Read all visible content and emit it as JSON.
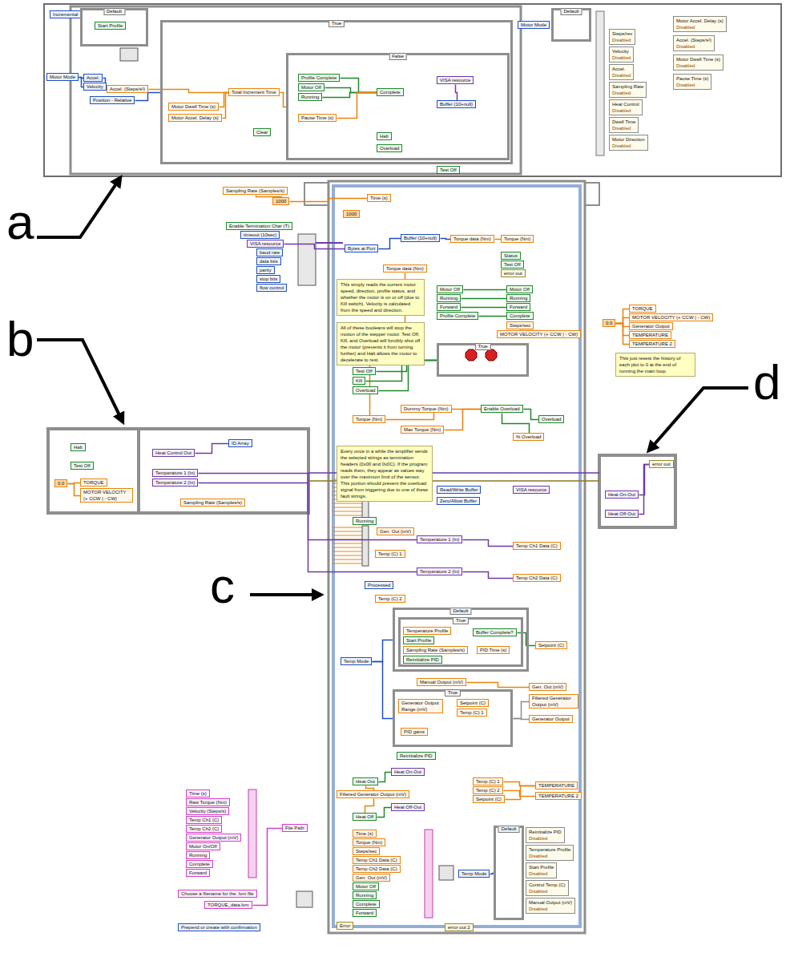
{
  "diagram": {
    "nodes": [
      {
        "text": [
          "Incremental"
        ]
      },
      {
        "text": [
          "Default"
        ]
      },
      {
        "text": [
          "Start Profile"
        ],
        "in": 1
      },
      {
        "text": [
          "Motor Mode"
        ]
      },
      {
        "text": [
          "Accel."
        ]
      },
      {
        "text": [
          "Velocity"
        ]
      },
      {
        "text": [
          "Position - Relative"
        ]
      },
      {
        "text": [
          "Accel. (Steps/s²)"
        ]
      },
      {
        "text": [
          "True"
        ]
      },
      {
        "text": [
          "Motor Dwell Time (s)"
        ],
        "in": 8
      },
      {
        "text": [
          "Motor Accel. Delay (s)"
        ],
        "in": 8
      },
      {
        "text": [
          "Total Increment Time"
        ],
        "in": 8
      },
      {
        "text": [
          "Clear"
        ],
        "in": 8
      },
      {
        "text": [
          "False"
        ],
        "in": 8
      },
      {
        "text": [
          "Profile Complete"
        ],
        "in": 13
      },
      {
        "text": [
          "Motor Off"
        ],
        "in": 13
      },
      {
        "text": [
          "Running"
        ],
        "in": 13
      },
      {
        "text": [
          "Pause Time (s)"
        ],
        "in": 13
      },
      {
        "text": [
          "Complete"
        ],
        "in": 13
      },
      {
        "text": [
          "VISA resource"
        ],
        "in": 13
      },
      {
        "text": [
          "Buffer (10+null)"
        ],
        "in": 13
      },
      {
        "text": [
          "Halt"
        ],
        "in": 13
      },
      {
        "text": [
          "Overload"
        ],
        "in": 13
      },
      {
        "text": [
          "Test Off"
        ]
      },
      {
        "text": [
          "Motor Mode"
        ]
      },
      {
        "text": [
          "Default"
        ]
      },
      {
        "text": [
          "Steps/rev",
          "Disabled"
        ]
      },
      {
        "text": [
          "Velocity",
          "Disabled"
        ]
      },
      {
        "text": [
          "Accel.",
          "Disabled"
        ]
      },
      {
        "text": [
          "Sampling Rate",
          "Disabled"
        ]
      },
      {
        "text": [
          "Heat Control",
          "Disabled"
        ]
      },
      {
        "text": [
          "Dwell Time",
          "Disabled"
        ]
      },
      {
        "text": [
          "Motor Direction",
          "Disabled"
        ]
      },
      {
        "text": [
          "Motor Accel. Delay (s)",
          "Disabled"
        ]
      },
      {
        "text": [
          "Accel. (Steps/s²)",
          "Disabled"
        ]
      },
      {
        "text": [
          "Motor Dwell Time (s)",
          "Disabled"
        ]
      },
      {
        "text": [
          "Pause Time (s)",
          "Disabled"
        ]
      },
      {
        "text": [
          "Sampling Rate (Samples/s)"
        ]
      },
      {
        "text": [
          "1000"
        ]
      },
      {
        "text": [
          "Enable Termination Char (T)"
        ]
      },
      {
        "text": [
          "timeout (10sec)"
        ]
      },
      {
        "text": [
          "VISA resource"
        ]
      },
      {
        "text": [
          "baud rate"
        ]
      },
      {
        "text": [
          "data bits"
        ]
      },
      {
        "text": [
          "parity"
        ]
      },
      {
        "text": [
          "stop bits"
        ]
      },
      {
        "text": [
          "flow control"
        ]
      },
      {
        "text": [
          "Time (s)"
        ]
      },
      {
        "text": [
          "1000"
        ]
      },
      {
        "text": [
          "Bytes at Port"
        ]
      },
      {
        "text": [
          "Buffer (10+null)"
        ]
      },
      {
        "text": [
          "Torque data (Nm)"
        ]
      },
      {
        "text": [
          "Torque (Nm)"
        ]
      },
      {
        "text": [
          "Status"
        ]
      },
      {
        "text": [
          "Test Off"
        ]
      },
      {
        "text": [
          "error out"
        ]
      },
      {
        "text": [
          "Torque data (Nm)"
        ]
      },
      {
        "text": [
          "This simply reads the current motor speed, direction, profile status, and whether the motor is on or off (due to Kill switch). Velocity is calculated from the speed and direction."
        ]
      },
      {
        "text": [
          "Motor Off"
        ]
      },
      {
        "text": [
          "Running"
        ]
      },
      {
        "text": [
          "Forward"
        ]
      },
      {
        "text": [
          "Profile Complete"
        ]
      },
      {
        "text": [
          "Motor Off"
        ]
      },
      {
        "text": [
          "Running"
        ]
      },
      {
        "text": [
          "Forward"
        ]
      },
      {
        "text": [
          "Complete"
        ]
      },
      {
        "text": [
          "Steps/sec"
        ]
      },
      {
        "text": [
          "MOTOR VELOCITY (+ CCW | - CW)"
        ]
      },
      {
        "text": [
          "True"
        ]
      },
      {
        "text": [
          "All of these booleans will stop the motion of the stepper motor. Test Off, Kill, and Overload will forcibly shut off the motor (prevents it from turning further) and Halt allows the motor to decelerate to rest."
        ]
      },
      {
        "text": [
          "Test Off"
        ]
      },
      {
        "text": [
          "Kill"
        ]
      },
      {
        "text": [
          "Overload"
        ]
      },
      {
        "text": [
          "Dummy Torque (Nm)"
        ]
      },
      {
        "text": [
          "Torque (Nm)"
        ]
      },
      {
        "text": [
          "Max Torque (Nm)"
        ]
      },
      {
        "text": [
          "Enable Overload"
        ]
      },
      {
        "text": [
          "Overload"
        ]
      },
      {
        "text": [
          "% Overload"
        ]
      },
      {
        "text": [
          "Every once in a while the amplifier sends the selected strings as termination headers (0x00 and 0x0C). If the program reads them, they appear as values way over the maximum limit of the sensor. This portion should prevent the overload signal from triggering due to one of these fault strings."
        ]
      },
      {
        "text": [
          "Running"
        ]
      },
      {
        "text": [
          "Read/Write Buffer"
        ]
      },
      {
        "text": [
          "Zero/Allow Buffer"
        ]
      },
      {
        "text": [
          "VISA resource"
        ]
      },
      {
        "text": [
          "Gen. Out (mV)"
        ]
      },
      {
        "text": [
          "Temperature 1 (In)"
        ]
      },
      {
        "text": [
          "Temp Ch1 Data (C)"
        ]
      },
      {
        "text": [
          "Temperature 2 (In)"
        ]
      },
      {
        "text": [
          "Temp Ch2 Data (C)"
        ]
      },
      {
        "text": [
          "Temp (C) 1"
        ]
      },
      {
        "text": [
          "Processed"
        ]
      },
      {
        "text": [
          "Temp (C) 2"
        ]
      },
      {
        "text": [
          "Default"
        ]
      },
      {
        "text": [
          "True"
        ],
        "in": 92
      },
      {
        "text": [
          "Temperature Profile"
        ],
        "in": 93
      },
      {
        "text": [
          "Start Profile"
        ],
        "in": 93
      },
      {
        "text": [
          "Sampling Rate (Samples/s)"
        ],
        "in": 93
      },
      {
        "text": [
          "Reinitialize PID"
        ],
        "in": 93
      },
      {
        "text": [
          "Buffer Complete?"
        ],
        "in": 93
      },
      {
        "text": [
          "PID Time (s)"
        ],
        "in": 93
      },
      {
        "text": [
          "Setpoint (C)"
        ]
      },
      {
        "text": [
          "Temp Mode"
        ]
      },
      {
        "text": [
          "Manual Output (mV)"
        ]
      },
      {
        "text": [
          "True"
        ]
      },
      {
        "text": [
          "Generator Output Range (mV)"
        ],
        "in": 103
      },
      {
        "text": [
          "Setpoint (C)"
        ],
        "in": 103
      },
      {
        "text": [
          "Temp (C) 1"
        ],
        "in": 103
      },
      {
        "text": [
          "PID gains"
        ],
        "in": 103
      },
      {
        "text": [
          "Reinitialize PID"
        ]
      },
      {
        "text": [
          "Gen. Out (mV)"
        ]
      },
      {
        "text": [
          "Filtered Generator Output (mV)"
        ]
      },
      {
        "text": [
          "Generator Output"
        ]
      },
      {
        "text": [
          "Heat On-Out"
        ]
      },
      {
        "text": [
          "Heat Out"
        ]
      },
      {
        "text": [
          "Filtered Generator Output (mV)"
        ]
      },
      {
        "text": [
          "Heat Off-Out"
        ]
      },
      {
        "text": [
          "Heat Off"
        ]
      },
      {
        "text": [
          "Temp (C) 1"
        ]
      },
      {
        "text": [
          "Temp (C) 2"
        ]
      },
      {
        "text": [
          "Setpoint (C)"
        ]
      },
      {
        "text": [
          "TEMPERATURE"
        ]
      },
      {
        "text": [
          "TEMPERATURE 2"
        ]
      },
      {
        "text": [
          "Time (s)"
        ]
      },
      {
        "text": [
          "Torque (Nm)"
        ]
      },
      {
        "text": [
          "Steps/sec"
        ]
      },
      {
        "text": [
          "Temp Ch1 Data (C)"
        ]
      },
      {
        "text": [
          "Temp Ch2 Data (C)"
        ]
      },
      {
        "text": [
          "Gen. Out (mV)"
        ]
      },
      {
        "text": [
          "Motor Off"
        ]
      },
      {
        "text": [
          "Running"
        ]
      },
      {
        "text": [
          "Complete"
        ]
      },
      {
        "text": [
          "Forward"
        ]
      },
      {
        "text": [
          "Temp Mode"
        ]
      },
      {
        "text": [
          "Default"
        ]
      },
      {
        "text": [
          "Reinitialize PID",
          "Disabled"
        ]
      },
      {
        "text": [
          "Temperature Profile",
          "Disabled"
        ]
      },
      {
        "text": [
          "Start Profile",
          "Disabled"
        ]
      },
      {
        "text": [
          "Control Temp (C)",
          "Disabled"
        ]
      },
      {
        "text": [
          "Manual Output (mV)",
          "Disabled"
        ]
      },
      {
        "text": [
          "Error"
        ]
      },
      {
        "text": [
          "error out 2"
        ]
      },
      {
        "text": [
          "Time (s)"
        ]
      },
      {
        "text": [
          "Raw Torque (Nm)"
        ]
      },
      {
        "text": [
          "Velocity (Steps/s)"
        ]
      },
      {
        "text": [
          "Temp Ch1 (C)"
        ]
      },
      {
        "text": [
          "Temp Ch2 (C)"
        ]
      },
      {
        "text": [
          "Generator Output (mV)"
        ]
      },
      {
        "text": [
          "Motor On/Off"
        ]
      },
      {
        "text": [
          "Running"
        ]
      },
      {
        "text": [
          "Complete"
        ]
      },
      {
        "text": [
          "Forward"
        ]
      },
      {
        "text": [
          "Choose a filename for the .lvm file"
        ]
      },
      {
        "text": [
          "TORQUE_data.lvm"
        ]
      },
      {
        "text": [
          "Prepend or create with confirmation"
        ]
      },
      {
        "text": [
          "File Path"
        ]
      },
      {
        "text": [
          "Halt"
        ]
      },
      {
        "text": [
          "Test Off"
        ]
      },
      {
        "text": [
          "0.0"
        ]
      },
      {
        "text": [
          "TORQUE"
        ]
      },
      {
        "text": [
          "MOTOR VELOCITY (+ CCW | - CW)"
        ]
      },
      {
        "text": [
          "Heat Control Out"
        ]
      },
      {
        "text": [
          "ID Array"
        ]
      },
      {
        "text": [
          "Temperature 1 (In)"
        ]
      },
      {
        "text": [
          "Temperature 2 (In)"
        ]
      },
      {
        "text": [
          "Sampling Rate (Samples/s)"
        ]
      },
      {
        "text": [
          "error out"
        ]
      },
      {
        "text": [
          "Heat On-Out"
        ]
      },
      {
        "text": [
          "Heat Off-Out"
        ]
      },
      {
        "text": [
          "0.0"
        ]
      },
      {
        "text": [
          "TORQUE"
        ]
      },
      {
        "text": [
          "MOTOR VELOCITY (+ CCW | - CW)"
        ]
      },
      {
        "text": [
          "Generator Output"
        ]
      },
      {
        "text": [
          "TEMPERATURE"
        ]
      },
      {
        "text": [
          "TEMPERATURE 2"
        ]
      },
      {
        "text": [
          "This just resets the history of each plot to 0 at the end of running the main loop."
        ]
      }
    ],
    "edges": [
      {
        "from": 3,
        "to": 4,
        "arrow": "none"
      },
      {
        "from": 3,
        "to": 5,
        "arrow": "none"
      },
      {
        "from": 6,
        "to": 8,
        "arrow": "none"
      },
      {
        "from": 4,
        "to": 7,
        "arrow": "none"
      },
      {
        "from": 7,
        "to": 11,
        "arrow": "none"
      },
      {
        "from": 9,
        "to": 11,
        "arrow": "none"
      },
      {
        "from": 10,
        "to": 11,
        "arrow": "none"
      },
      {
        "from": 11,
        "to": 13,
        "arrow": "none"
      },
      {
        "from": 14,
        "to": 18,
        "arrow": "none"
      },
      {
        "from": 15,
        "to": 18,
        "arrow": "none"
      },
      {
        "from": 16,
        "to": 18,
        "arrow": "none"
      },
      {
        "from": 17,
        "to": 18,
        "arrow": "none"
      },
      {
        "from": 19,
        "to": 20,
        "arrow": "none"
      },
      {
        "from": 37,
        "to": 38,
        "arrow": "none"
      },
      {
        "from": 38,
        "to": 47,
        "arrow": "none"
      },
      {
        "from": 41,
        "to": 49,
        "arrow": "none"
      },
      {
        "from": 49,
        "to": 50,
        "arrow": "none"
      },
      {
        "from": 50,
        "to": 51,
        "arrow": "none"
      },
      {
        "from": 51,
        "to": 52,
        "arrow": "none"
      },
      {
        "from": 56,
        "to": 74,
        "arrow": "none"
      },
      {
        "from": 58,
        "to": 62,
        "arrow": "none"
      },
      {
        "from": 59,
        "to": 63,
        "arrow": "none"
      },
      {
        "from": 60,
        "to": 64,
        "arrow": "none"
      },
      {
        "from": 61,
        "to": 65,
        "arrow": "none"
      },
      {
        "from": 66,
        "to": 67,
        "arrow": "none"
      },
      {
        "from": 70,
        "to": 68,
        "arrow": "none"
      },
      {
        "from": 71,
        "to": 68,
        "arrow": "none"
      },
      {
        "from": 72,
        "to": 68,
        "arrow": "none"
      },
      {
        "from": 74,
        "to": 76,
        "arrow": "none"
      },
      {
        "from": 75,
        "to": 76,
        "arrow": "none"
      },
      {
        "from": 76,
        "to": 77,
        "arrow": "none"
      },
      {
        "from": 76,
        "to": 78,
        "arrow": "none"
      },
      {
        "from": 85,
        "to": 86,
        "arrow": "none"
      },
      {
        "from": 87,
        "to": 88,
        "arrow": "none"
      },
      {
        "from": 98,
        "to": 100,
        "arrow": "none"
      },
      {
        "from": 101,
        "to": 92,
        "arrow": "none"
      },
      {
        "from": 101,
        "to": 103,
        "arrow": "none"
      },
      {
        "from": 102,
        "to": 109,
        "arrow": "none"
      },
      {
        "from": 103,
        "to": 110,
        "arrow": "none"
      },
      {
        "from": 103,
        "to": 111,
        "arrow": "none"
      },
      {
        "from": 114,
        "to": 113,
        "arrow": "none"
      },
      {
        "from": 113,
        "to": 112,
        "arrow": "none"
      },
      {
        "from": 114,
        "to": 116,
        "arrow": "none"
      },
      {
        "from": 116,
        "to": 115,
        "arrow": "none"
      },
      {
        "from": 117,
        "to": 120,
        "arrow": "none"
      },
      {
        "from": 118,
        "to": 121,
        "arrow": "none"
      },
      {
        "from": 119,
        "to": 120,
        "arrow": "none"
      },
      {
        "from": 132,
        "to": 133,
        "arrow": "none"
      },
      {
        "from": 152,
        "to": 154,
        "arrow": "none"
      },
      {
        "from": 157,
        "to": 158,
        "arrow": "none"
      },
      {
        "from": 157,
        "to": 159,
        "arrow": "none"
      },
      {
        "from": 160,
        "to": 161,
        "arrow": "none"
      },
      {
        "from": 162,
        "to": 85,
        "arrow": "none"
      },
      {
        "from": 163,
        "to": 87,
        "arrow": "none"
      },
      {
        "from": 166,
        "to": 165,
        "arrow": "none"
      },
      {
        "from": 167,
        "to": 165,
        "arrow": "none"
      },
      {
        "from": 168,
        "to": 169,
        "arrow": "none"
      },
      {
        "from": 168,
        "to": 170,
        "arrow": "none"
      },
      {
        "from": 168,
        "to": 171,
        "arrow": "none"
      },
      {
        "from": 168,
        "to": 172,
        "arrow": "none"
      },
      {
        "from": 168,
        "to": 173,
        "arrow": "none"
      }
    ],
    "labels": [
      "a",
      "b",
      "c",
      "d"
    ]
  }
}
